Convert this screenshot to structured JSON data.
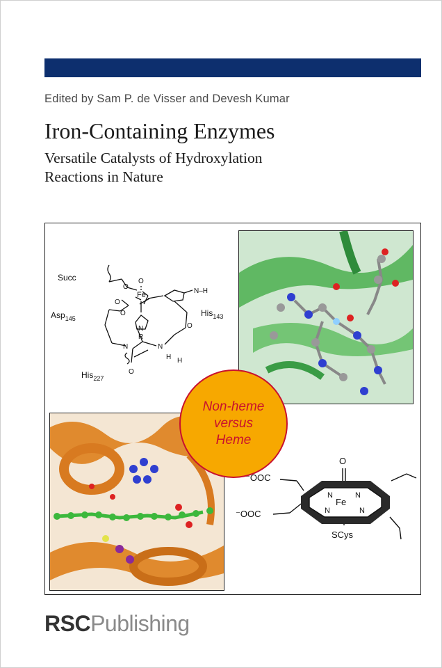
{
  "cover": {
    "editors": "Edited by Sam P. de Visser and Devesh Kumar",
    "title": "Iron-Containing Enzymes",
    "subtitle_line1": "Versatile Catalysts of Hydroxylation",
    "subtitle_line2": "Reactions in Nature",
    "colors": {
      "bar": "#0d2f6e",
      "badge_fill": "#f7a800",
      "badge_text": "#c8102e"
    }
  },
  "badge": {
    "line1": "Non-heme",
    "line2": "versus",
    "line3": "Heme"
  },
  "nonheme_structure": {
    "succ": "Succ",
    "asp": "Asp",
    "asp_sub": "145",
    "his1": "His",
    "his1_sub": "143",
    "his2": "His",
    "his2_sub": "227",
    "fe": "Fe",
    "r": "R",
    "o": "O",
    "n": "N",
    "h": "H",
    "nh": "N–H"
  },
  "heme_structure": {
    "ooc1": "⁻OOC",
    "ooc2": "⁻OOC",
    "fe": "Fe",
    "o": "O",
    "scys": "SCys",
    "n": "N"
  },
  "publisher": {
    "part1": "RSC",
    "part2": "Publishing"
  }
}
